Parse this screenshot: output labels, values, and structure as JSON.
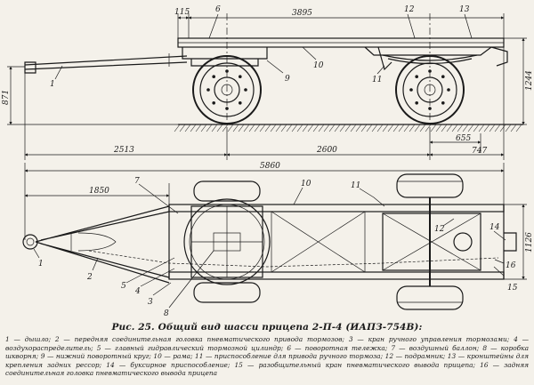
{
  "figure": {
    "caption": "Рис. 25. Общий вид шасси прицепа 2-П-4 (ИАПЗ-754В):",
    "legend": "1 — дышло; 2 — передняя соединительная головка пневматического привода тормозов; 3 — кран ручного управления тормозами; 4 — воздухораспределитель; 5 — главный гидравлический тормозной цилиндр; 6 — поворотная тележка; 7 — воздушный баллон; 8 — коробка шкворня; 9 — нижний поворотный круг; 10 — рама; 11 — приспособление для привода ручного тормоза; 12 — подрамник; 13 — кронштейны для крепления задних рессор; 14 — буксирное приспособление; 15 — разобщительный кран пневматического вывода прицепа; 16 — задняя соединительная головка пневматического вывода прицепа"
  },
  "side_view": {
    "dims": {
      "d115": "115",
      "d3895": "3895",
      "d871": "871",
      "d1244": "1244",
      "d2513": "2513",
      "d2600": "2600",
      "d655": "655",
      "d747": "747"
    },
    "callouts": {
      "c1": "1",
      "c6": "6",
      "c9": "9",
      "c10": "10",
      "c11": "11",
      "c12": "12",
      "c13": "13"
    }
  },
  "top_view": {
    "dims": {
      "d5860": "5860",
      "d1850": "1850",
      "d1126": "1126"
    },
    "callouts": {
      "c1": "1",
      "c2": "2",
      "c3": "3",
      "c4": "4",
      "c5": "5",
      "c7": "7",
      "c8": "8",
      "c10": "10",
      "c11": "11",
      "c12": "12",
      "c14": "14",
      "c15": "15",
      "c16": "16"
    }
  }
}
